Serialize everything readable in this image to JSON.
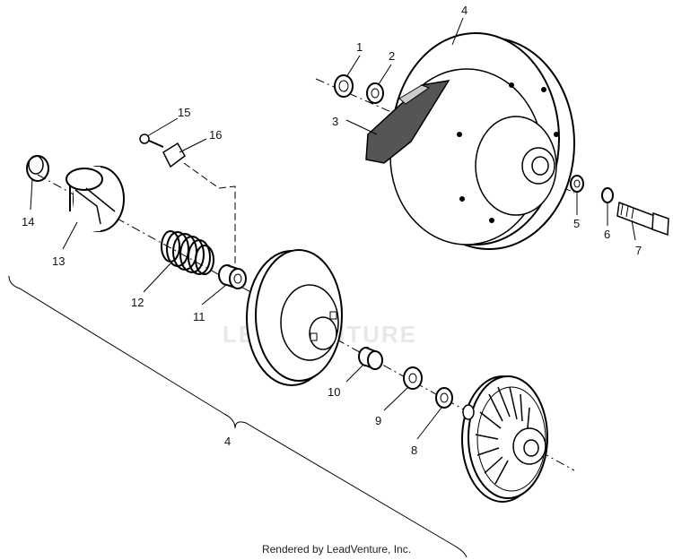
{
  "diagram": {
    "watermark": "LEADVENTURE",
    "footer": "Rendered by LeadVenture, Inc.",
    "callouts": {
      "c1": "1",
      "c2": "2",
      "c3": "3",
      "c4_top": "4",
      "c5": "5",
      "c6": "6",
      "c7": "7",
      "c8": "8",
      "c9": "9",
      "c10": "10",
      "c11": "11",
      "c12": "12",
      "c13": "13",
      "c14": "14",
      "c15": "15",
      "c16": "16",
      "c4_bracket": "4"
    }
  }
}
